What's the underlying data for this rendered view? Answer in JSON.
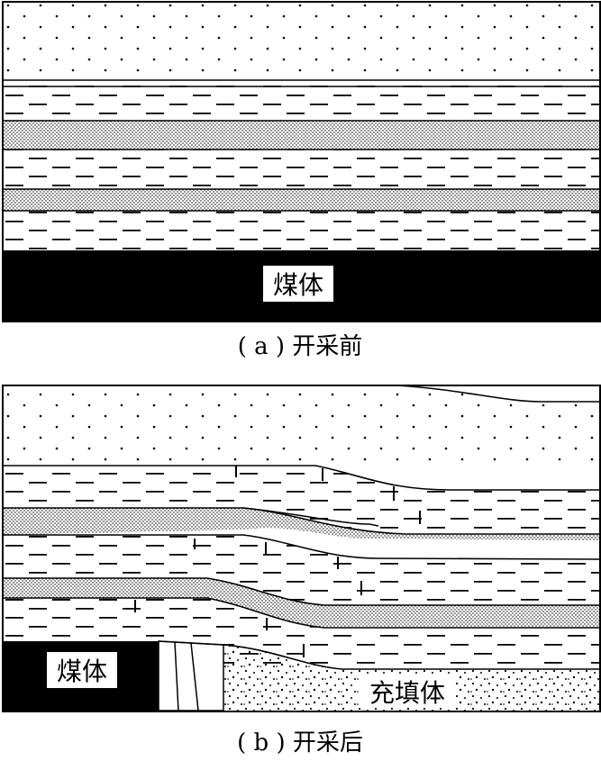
{
  "panel_a": {
    "caption": "( a ) 开采前",
    "coal_label": "煤体"
  },
  "panel_b": {
    "caption": "( b ) 开采后",
    "coal_label": "煤体",
    "fill_label": "充填体"
  },
  "colors": {
    "ink": "#000000",
    "paper": "#ffffff"
  }
}
